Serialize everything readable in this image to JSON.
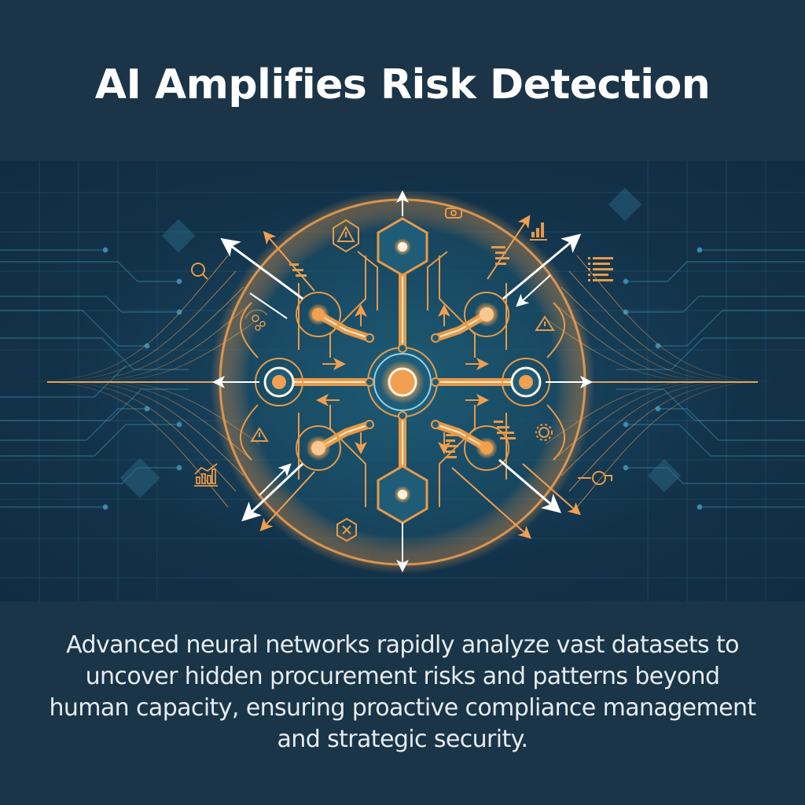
{
  "header": {
    "title": "AI Amplifies Risk Detection"
  },
  "illustration": {
    "subject": "neural-network-risk-detection",
    "central_node": "glowing-core-node",
    "icons": [
      "warning-triangle-icon",
      "hexagon-node-icon",
      "magnifier-search-icon",
      "bar-chart-icon",
      "trend-chart-icon",
      "document-list-icon",
      "gear-icon",
      "key-icon",
      "camera-icon",
      "molecule-network-icon"
    ],
    "colors": {
      "background": "#123249",
      "grid": "#2f6e8c",
      "accent_orange": "#f0a050",
      "glow_white": "#ffffff",
      "ring_cyan": "#8fd3e8"
    }
  },
  "footer": {
    "description": "Advanced neural networks rapidly analyze vast datasets to uncover hidden procurement risks and patterns beyond human capacity, ensuring proactive compliance management and strategic security."
  },
  "colors": {
    "page_background": "#1a3447",
    "title_text": "#ffffff",
    "body_text": "#e6ecef"
  }
}
